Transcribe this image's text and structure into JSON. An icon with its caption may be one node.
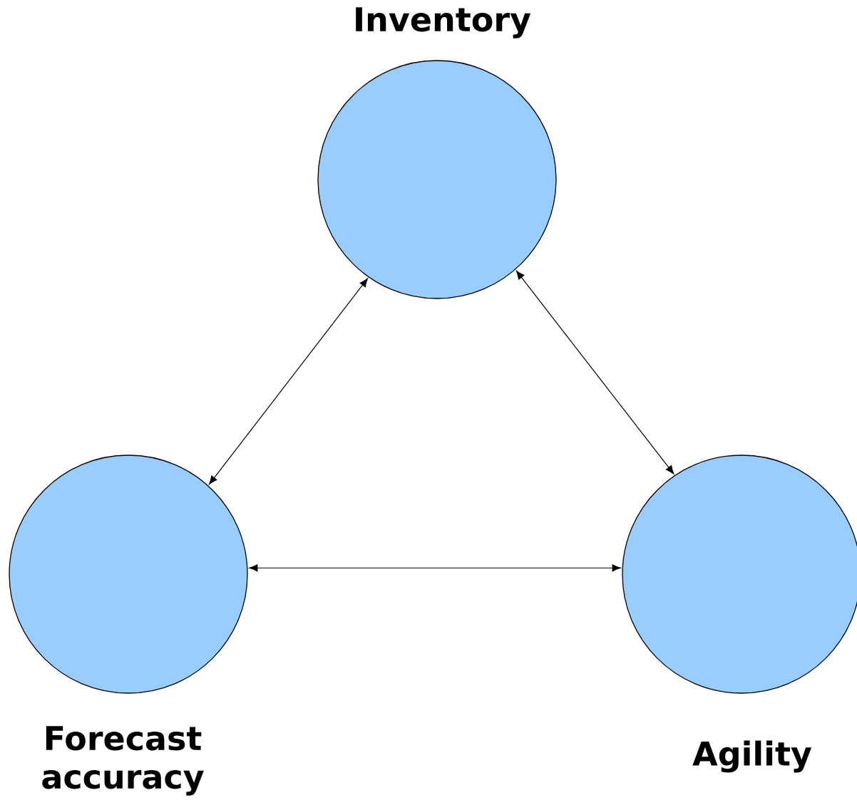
{
  "diagram": {
    "nodes": [
      {
        "text": [
          "Inventory"
        ]
      },
      {
        "text": [
          "Forecast accuracy"
        ]
      },
      {
        "text": [
          "Agility"
        ]
      }
    ],
    "edges": [
      {
        "from": 0,
        "to": 1,
        "arrow": "both"
      },
      {
        "from": 0,
        "to": 2,
        "arrow": "both"
      },
      {
        "from": 1,
        "to": 2,
        "arrow": "both"
      }
    ]
  }
}
